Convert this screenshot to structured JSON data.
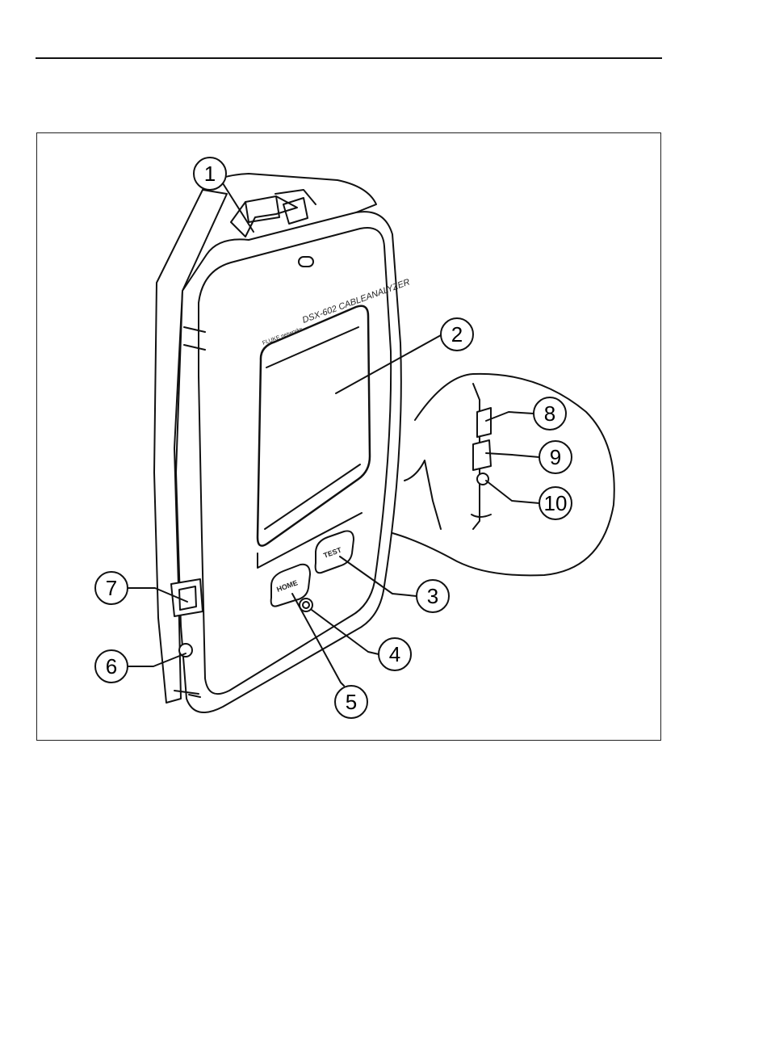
{
  "device": {
    "model_label": "DSX-602 CABLEANALYZER",
    "brand_label": "FLUKE networks",
    "test_key_label": "TEST",
    "home_key_label": "HOME"
  },
  "callouts": [
    "1",
    "2",
    "3",
    "4",
    "5",
    "6",
    "7",
    "8",
    "9",
    "10"
  ]
}
